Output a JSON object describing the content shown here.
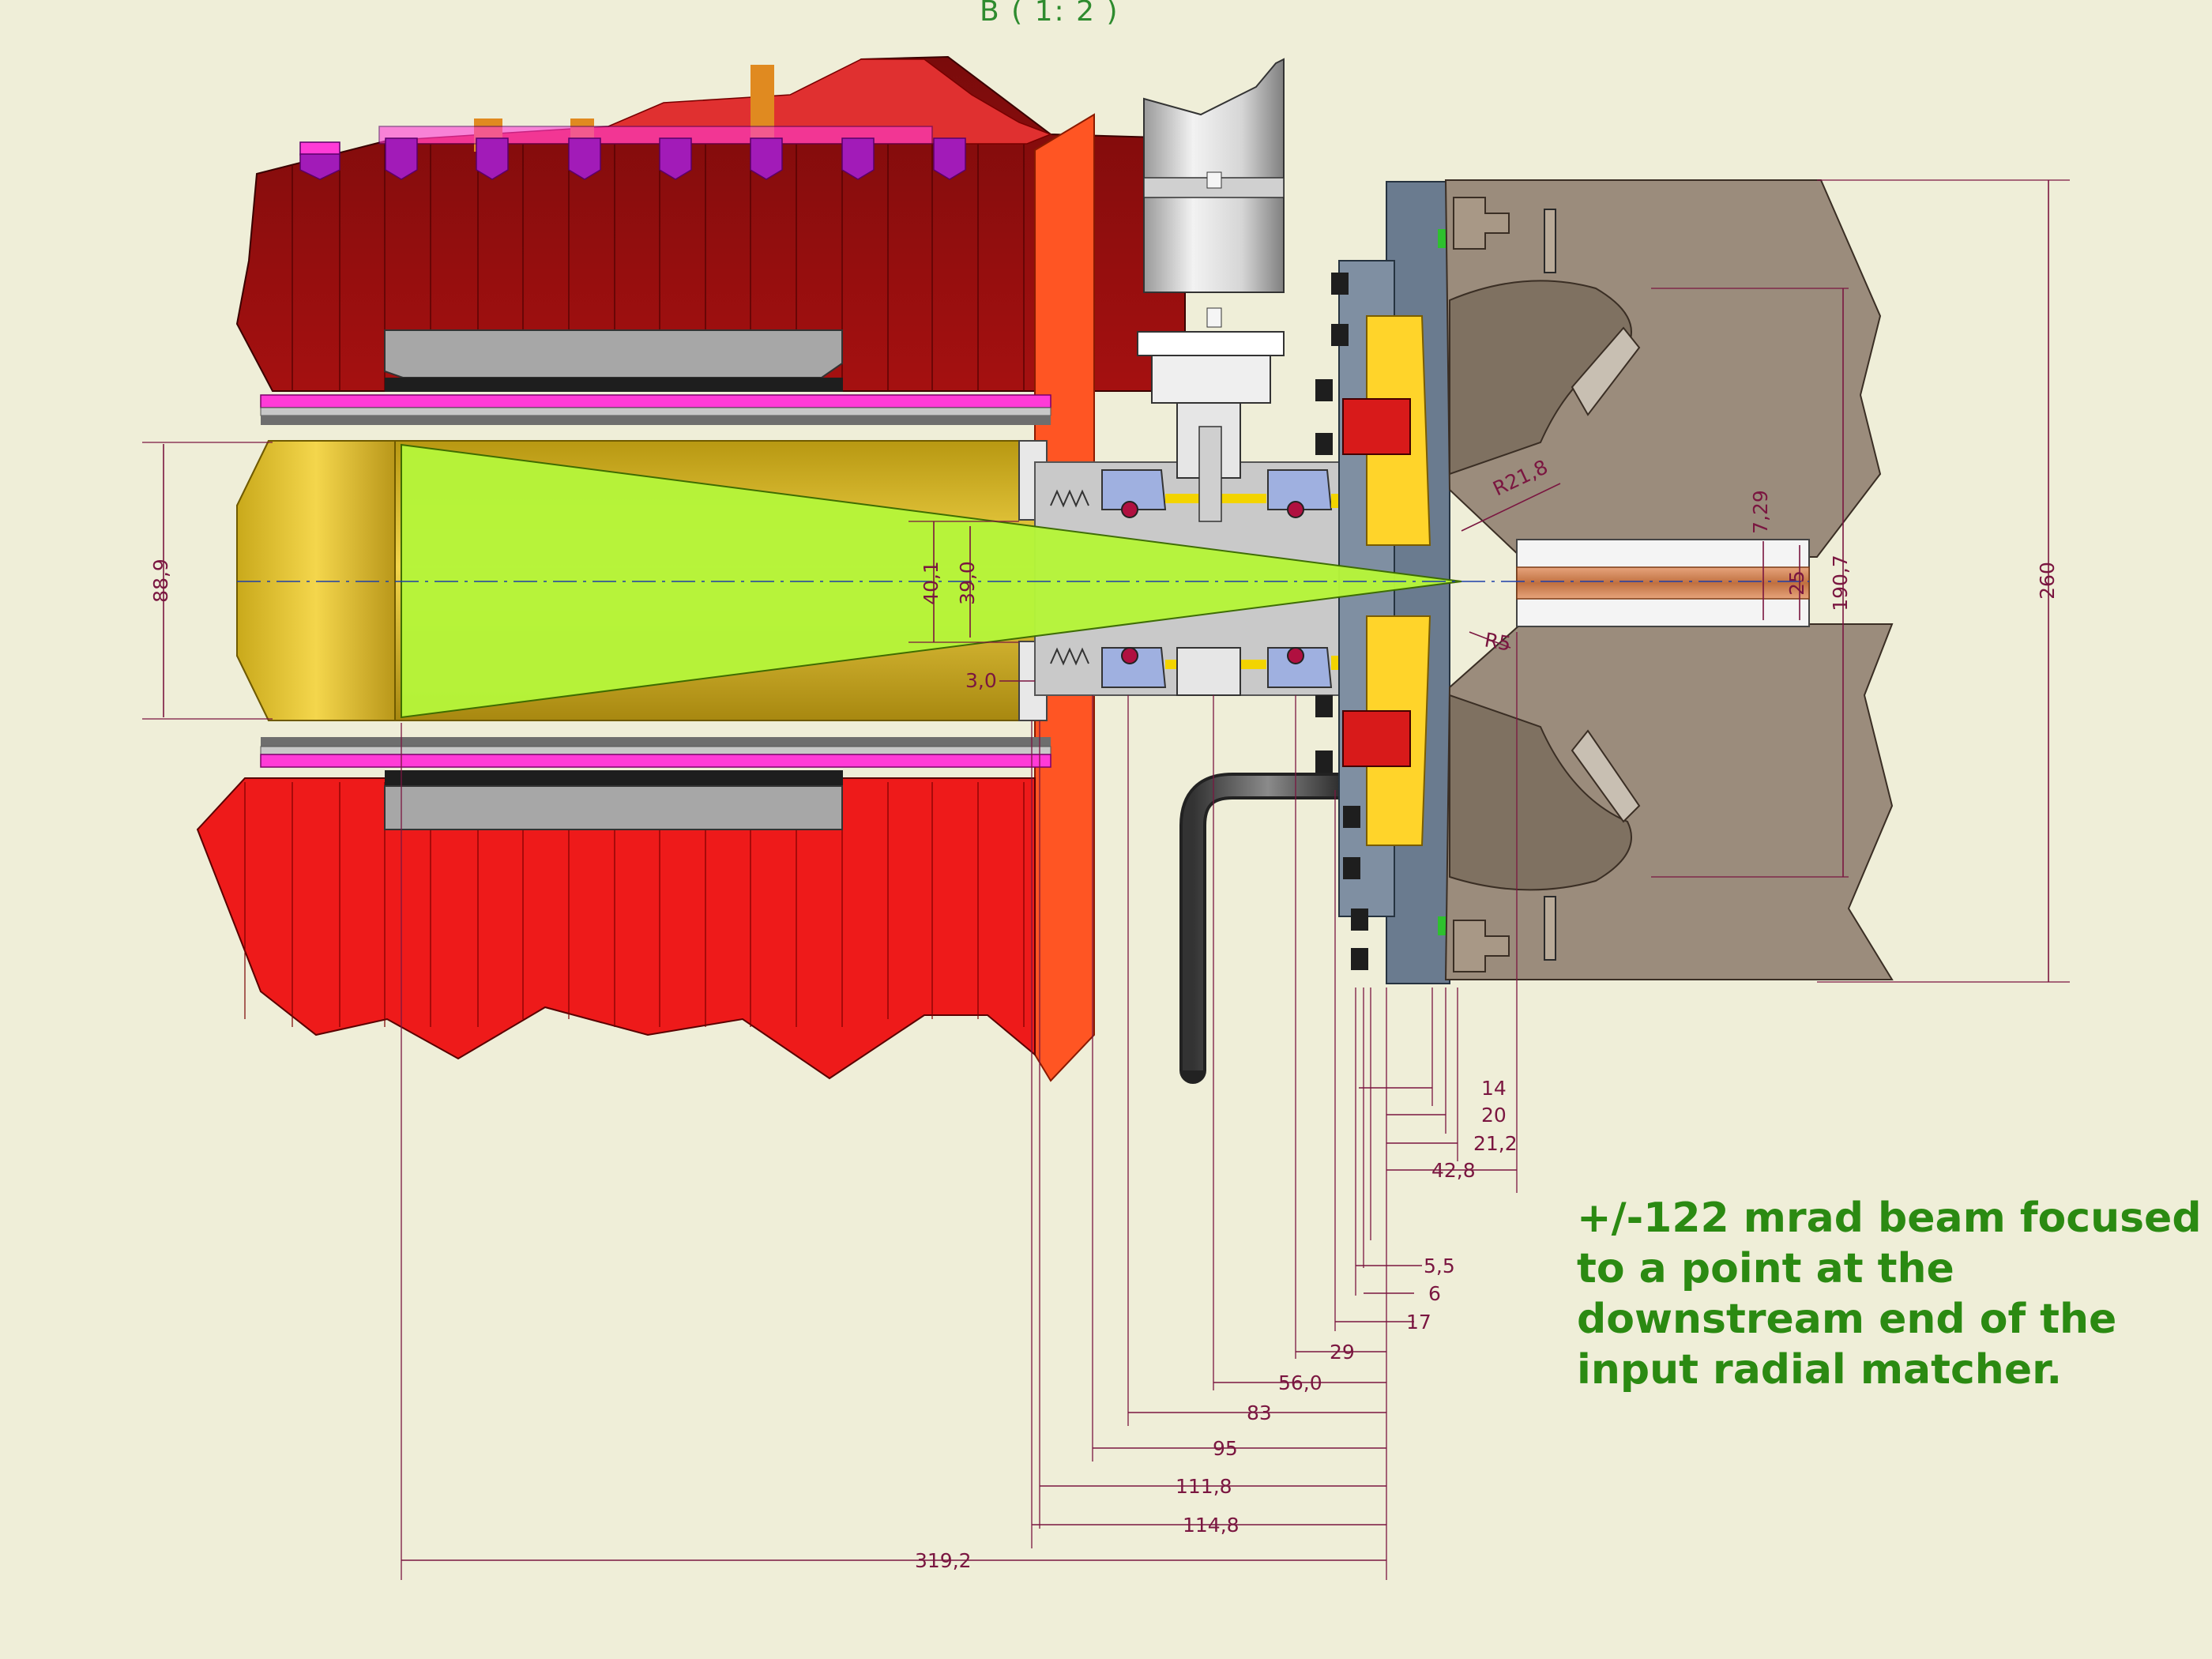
{
  "view_title": "B ( 1: 2 )",
  "note_lines": [
    "+/-122 mrad beam focused",
    "to a point at the",
    "downstream end of the",
    "input radial matcher."
  ],
  "dimensions": {
    "d88_9": "88,9",
    "d40_1": "40,1",
    "d39_0": "39,0",
    "d3_0": "3,0",
    "r21_8": "R21,8",
    "r5": "R5",
    "d7_29": "7,29",
    "d25": "25",
    "d190_7": "190,7",
    "d260": "260",
    "d14": "14",
    "d20": "20",
    "d21_2": "21,2",
    "d42_8": "42,8",
    "d5_5": "5,5",
    "d6": "6",
    "d17": "17",
    "d29": "29",
    "d56_0": "56,0",
    "d83": "83",
    "d95": "95",
    "d111_8": "111,8",
    "d114_8": "114,8",
    "d319_2": "319,2"
  },
  "colors": {
    "background": "#efeed8",
    "dimension": "#7a1640",
    "note": "#2b8a12",
    "beam": "#b6f53a",
    "magnet_red": "#e81e1e",
    "gold": "#d4b21a",
    "magenta": "#ff3bd7",
    "matcher_gray": "#9b8c7c"
  }
}
